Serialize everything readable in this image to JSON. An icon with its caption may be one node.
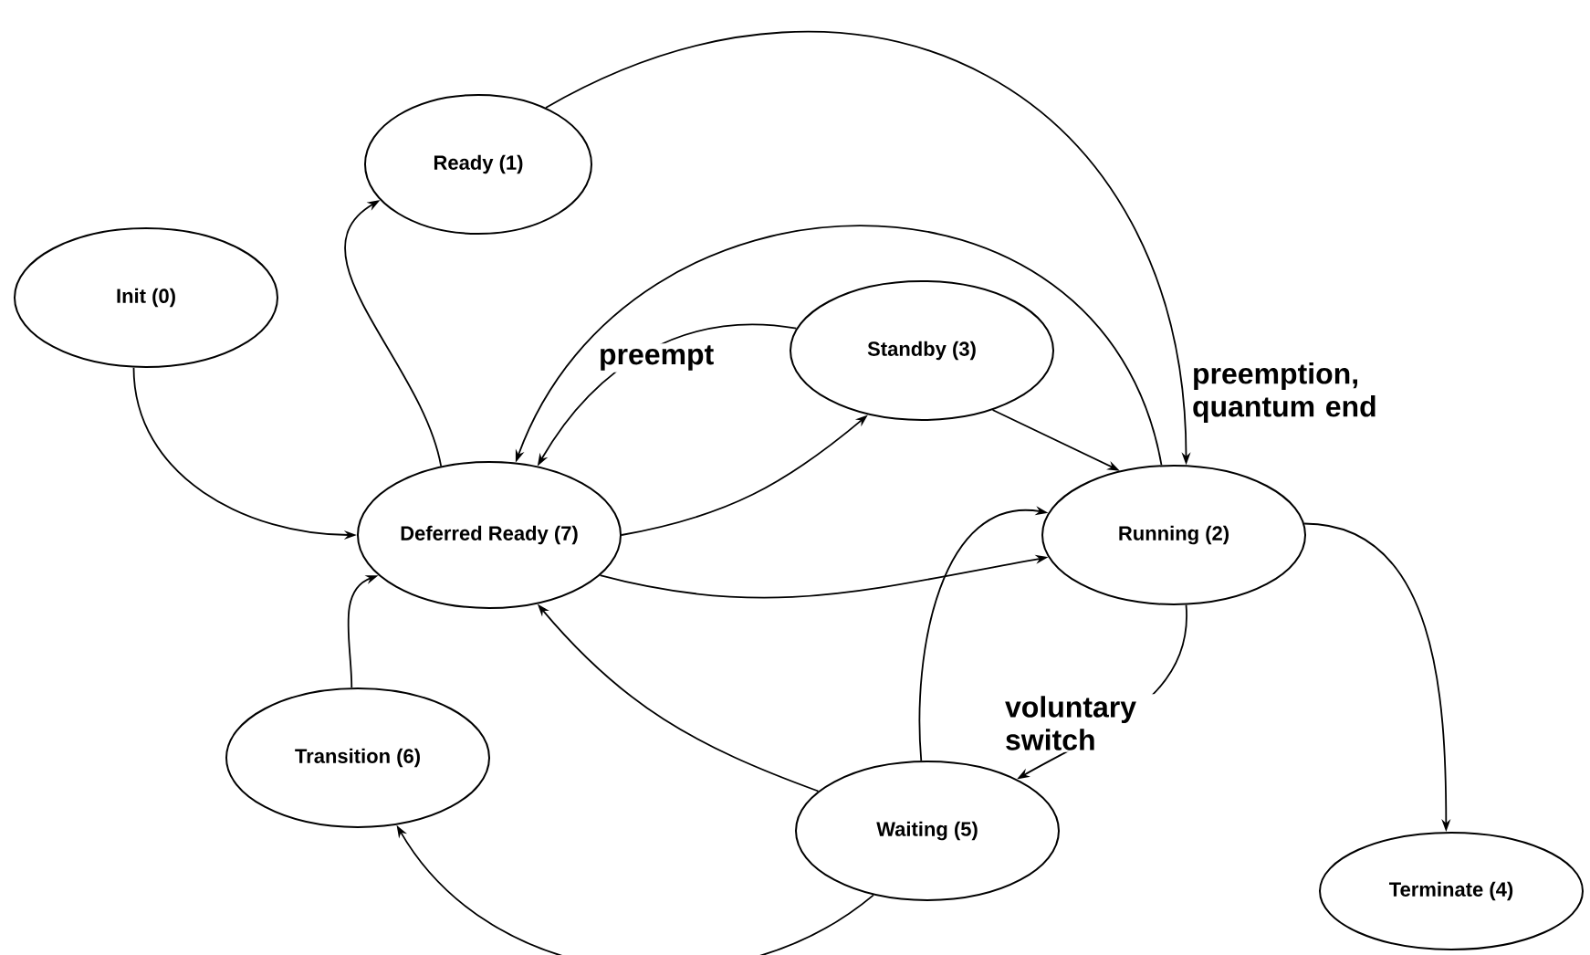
{
  "diagram": {
    "nodes": [
      {
        "text": [
          "Init (0)"
        ]
      },
      {
        "text": [
          "Ready (1)"
        ]
      },
      {
        "text": [
          "Running (2)"
        ]
      },
      {
        "text": [
          "Standby (3)"
        ]
      },
      {
        "text": [
          "Terminate (4)"
        ]
      },
      {
        "text": [
          "Waiting (5)"
        ]
      },
      {
        "text": [
          "Transition (6)"
        ]
      },
      {
        "text": [
          "Deferred Ready (7)"
        ]
      }
    ],
    "edges": [
      {
        "from": 0,
        "to": 7,
        "arrow": "to"
      },
      {
        "from": 7,
        "to": 1,
        "arrow": "to"
      },
      {
        "from": 1,
        "to": 2,
        "arrow": "to"
      },
      {
        "from": 2,
        "to": 7,
        "arrow": "to",
        "label": "preemption, quantum end"
      },
      {
        "from": 3,
        "to": 7,
        "arrow": "to",
        "label": "preempt"
      },
      {
        "from": 7,
        "to": 3,
        "arrow": "to"
      },
      {
        "from": 3,
        "to": 2,
        "arrow": "to"
      },
      {
        "from": 7,
        "to": 2,
        "arrow": "to"
      },
      {
        "from": 5,
        "to": 2,
        "arrow": "to"
      },
      {
        "from": 2,
        "to": 5,
        "arrow": "to",
        "label": "voluntary switch"
      },
      {
        "from": 2,
        "to": 4,
        "arrow": "to"
      },
      {
        "from": 5,
        "to": 7,
        "arrow": "to"
      },
      {
        "from": 5,
        "to": 6,
        "arrow": "to"
      },
      {
        "from": 6,
        "to": 7,
        "arrow": "to"
      }
    ]
  }
}
